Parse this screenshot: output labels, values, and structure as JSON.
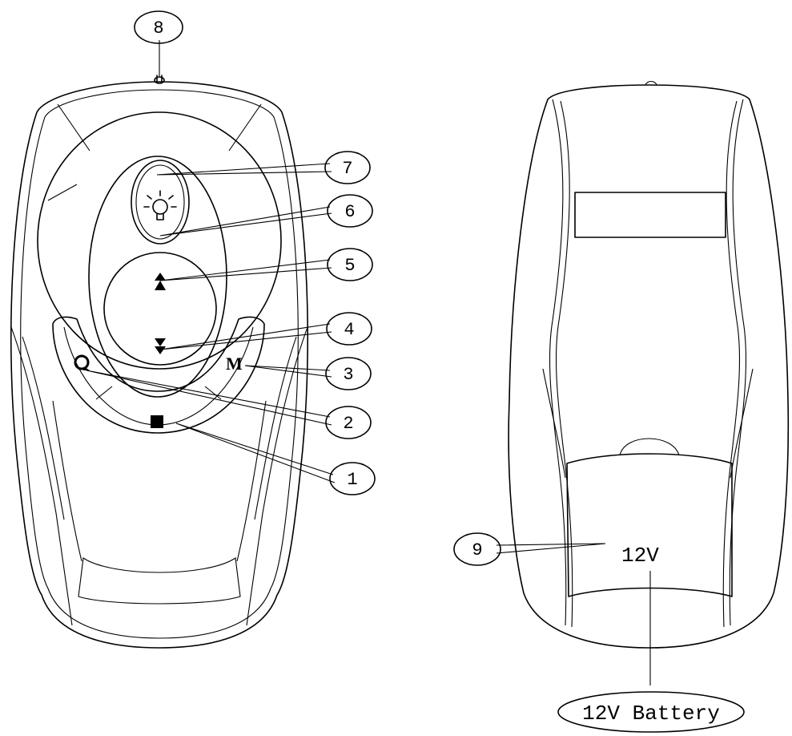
{
  "callouts": {
    "c1": "1",
    "c2": "2",
    "c3": "3",
    "c4": "4",
    "c5": "5",
    "c6": "6",
    "c7": "7",
    "c8": "8",
    "c9": "9"
  },
  "front": {
    "mode_button_label": "M"
  },
  "back": {
    "voltage_label": "12V",
    "battery_label": "12V Battery"
  },
  "icons": [
    "light-bulb-icon",
    "up-arrow-icon",
    "down-arrow-icon",
    "rotate-icon",
    "stop-square-icon"
  ]
}
